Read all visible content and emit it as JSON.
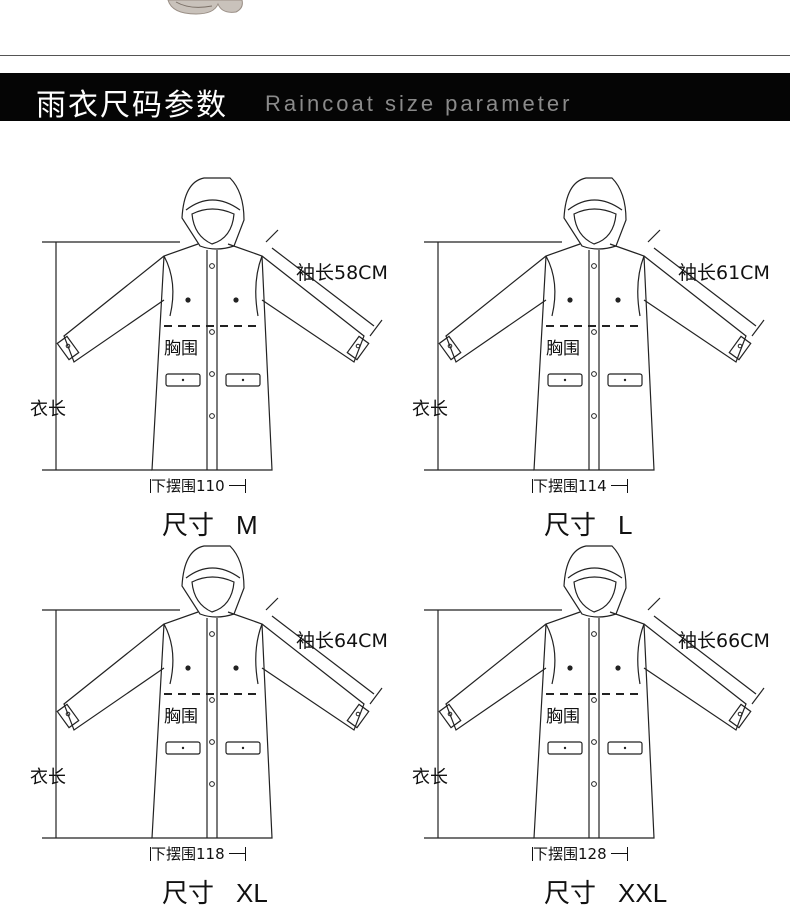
{
  "header": {
    "title_cn": "雨衣尺码参数",
    "title_en": "Raincoat size parameter"
  },
  "colors": {
    "header_bg": "#050505",
    "header_title": "#ffffff",
    "header_subtitle": "#8a8a8a",
    "line": "#222222"
  },
  "sizes": [
    {
      "size_label": "尺寸",
      "size_value": "M",
      "sleeve": "袖长58CM",
      "length": "衣长",
      "chest": "胸围",
      "hem_label": "下摆围",
      "hem_value": "110"
    },
    {
      "size_label": "尺寸",
      "size_value": "L",
      "sleeve": "袖长61CM",
      "length": "衣长",
      "chest": "胸围",
      "hem_label": "下摆围",
      "hem_value": "114"
    },
    {
      "size_label": "尺寸",
      "size_value": "XL",
      "sleeve": "袖长64CM",
      "length": "衣长",
      "chest": "胸围",
      "hem_label": "下摆围",
      "hem_value": "118"
    },
    {
      "size_label": "尺寸",
      "size_value": "XXL",
      "sleeve": "袖长66CM",
      "length": "衣长",
      "chest": "胸围",
      "hem_label": "下摆围",
      "hem_value": "128"
    }
  ]
}
